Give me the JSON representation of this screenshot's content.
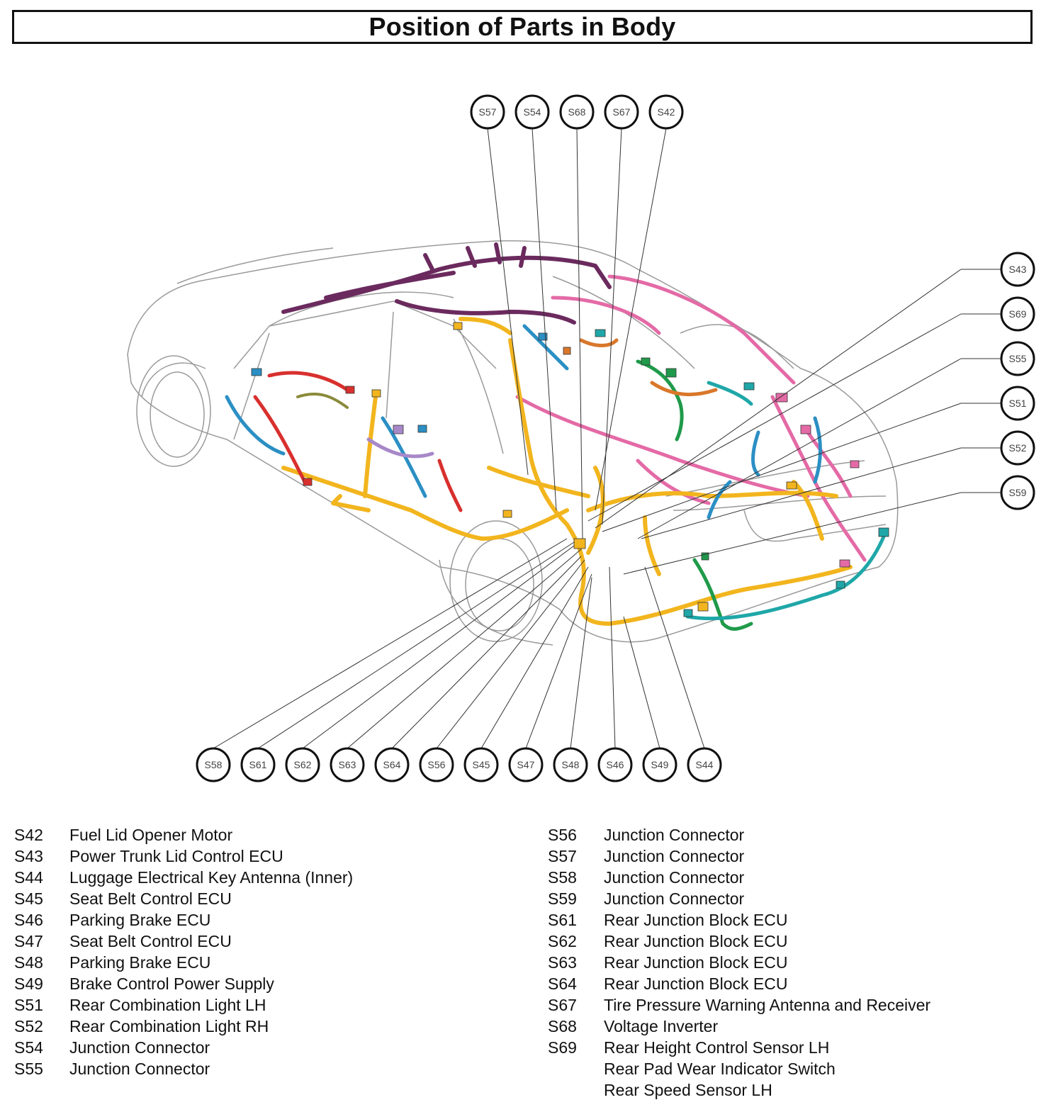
{
  "title": "Position of Parts in Body",
  "callouts": {
    "top": [
      "S57",
      "S54",
      "S68",
      "S67",
      "S42"
    ],
    "right": [
      "S43",
      "S69",
      "S55",
      "S51",
      "S52",
      "S59"
    ],
    "bottom": [
      "S58",
      "S61",
      "S62",
      "S63",
      "S64",
      "S56",
      "S45",
      "S47",
      "S48",
      "S46",
      "S49",
      "S44"
    ]
  },
  "legend_left": [
    {
      "code": "S42",
      "desc": "Fuel Lid Opener Motor"
    },
    {
      "code": "S43",
      "desc": "Power Trunk Lid Control ECU"
    },
    {
      "code": "S44",
      "desc": "Luggage Electrical Key Antenna (Inner)"
    },
    {
      "code": "S45",
      "desc": "Seat Belt Control ECU"
    },
    {
      "code": "S46",
      "desc": "Parking Brake ECU"
    },
    {
      "code": "S47",
      "desc": "Seat Belt Control ECU"
    },
    {
      "code": "S48",
      "desc": "Parking Brake ECU"
    },
    {
      "code": "S49",
      "desc": "Brake Control Power Supply"
    },
    {
      "code": "S51",
      "desc": "Rear Combination Light LH"
    },
    {
      "code": "S52",
      "desc": "Rear Combination Light RH"
    },
    {
      "code": "S54",
      "desc": "Junction Connector"
    },
    {
      "code": "S55",
      "desc": "Junction Connector"
    }
  ],
  "legend_right": [
    {
      "code": "S56",
      "desc": "Junction Connector"
    },
    {
      "code": "S57",
      "desc": "Junction Connector"
    },
    {
      "code": "S58",
      "desc": "Junction Connector"
    },
    {
      "code": "S59",
      "desc": "Junction Connector"
    },
    {
      "code": "S61",
      "desc": "Rear Junction Block ECU"
    },
    {
      "code": "S62",
      "desc": "Rear Junction Block ECU"
    },
    {
      "code": "S63",
      "desc": "Rear Junction Block ECU"
    },
    {
      "code": "S64",
      "desc": "Rear Junction Block ECU"
    },
    {
      "code": "S67",
      "desc": "Tire Pressure Warning Antenna and Receiver"
    },
    {
      "code": "S68",
      "desc": "Voltage Inverter"
    },
    {
      "code": "S69",
      "desc": "Rear Height Control Sensor LH"
    },
    {
      "code": "",
      "desc": "Rear Pad Wear Indicator Switch"
    },
    {
      "code": "",
      "desc": "Rear Speed Sensor LH"
    }
  ],
  "colors": {
    "harness_yellow": "#f2b51e",
    "harness_pink": "#e46aa6",
    "harness_purple": "#6b2a5e",
    "harness_blue": "#2b8fc4",
    "harness_red": "#d8302e",
    "harness_green": "#1f9a4a",
    "harness_teal": "#1fa7a8",
    "harness_orange": "#d9772a",
    "harness_lilac": "#a788c8",
    "harness_olive": "#8a8a3a"
  }
}
